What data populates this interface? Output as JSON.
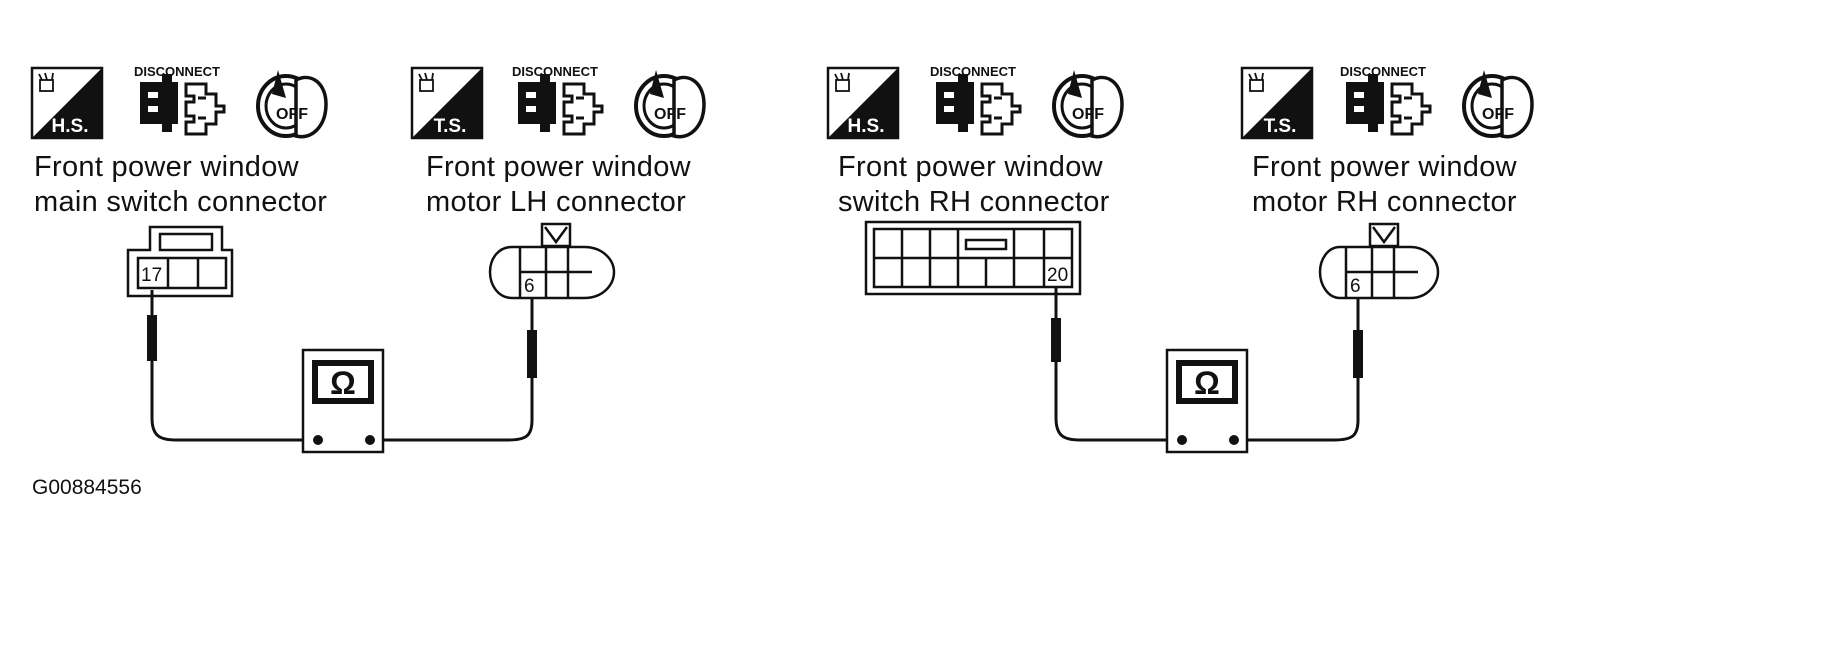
{
  "icons": {
    "disconnect_label": "DISCONNECT",
    "off_label": "OFF",
    "harness_side_badge": "H.S.",
    "terminal_side_badge": "T.S."
  },
  "figure_code": "G00884556",
  "meter_symbol": "Ω",
  "panels": [
    {
      "side_icon": "harness-side-icon",
      "connector_a": {
        "title_lines": [
          "Front power window",
          "main switch connector"
        ],
        "pin": "17",
        "badge": "H.S."
      },
      "connector_b": {
        "title_lines": [
          "Front power window",
          "motor LH connector"
        ],
        "pin": "6",
        "badge": "T.S."
      }
    },
    {
      "side_icon": "harness-side-icon",
      "connector_a": {
        "title_lines": [
          "Front power window",
          "switch RH connector"
        ],
        "pin": "20",
        "badge": "H.S."
      },
      "connector_b": {
        "title_lines": [
          "Front power window",
          "motor RH connector"
        ],
        "pin": "6",
        "badge": "T.S."
      }
    }
  ],
  "colors": {
    "ink": "#111111",
    "paper": "#ffffff"
  }
}
